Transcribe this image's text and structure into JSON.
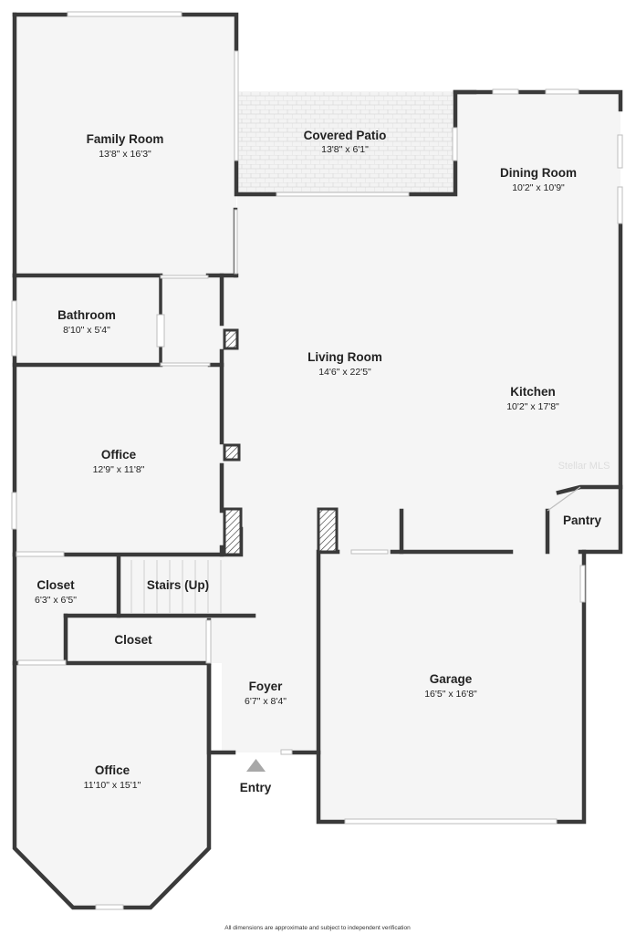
{
  "rooms": [
    {
      "name": "Family Room",
      "dims": "13'8\" x 16'3\""
    },
    {
      "name": "Covered Patio",
      "dims": "13'8\" x 6'1\""
    },
    {
      "name": "Dining Room",
      "dims": "10'2\" x 10'9\""
    },
    {
      "name": "Bathroom",
      "dims": "8'10\" x 5'4\""
    },
    {
      "name": "Living Room",
      "dims": "14'6\" x 22'5\""
    },
    {
      "name": "Kitchen",
      "dims": "10'2\" x 17'8\""
    },
    {
      "name": "Office",
      "dims": "12'9\" x 11'8\""
    },
    {
      "name": "Pantry",
      "dims": ""
    },
    {
      "name": "Closet",
      "dims": "6'3\" x 6'5\""
    },
    {
      "name": "Stairs (Up)",
      "dims": ""
    },
    {
      "name": "Closet",
      "dims": ""
    },
    {
      "name": "Foyer",
      "dims": "6'7\" x 8'4\""
    },
    {
      "name": "Garage",
      "dims": "16'5\" x 16'8\""
    },
    {
      "name": "Office",
      "dims": "11'10\" x 15'1\""
    }
  ],
  "entry_label": "Entry",
  "disclaimer": "All dimensions are approximate and subject to independent verification",
  "watermark": "Stellar MLS",
  "colors": {
    "wall": "#3a3a3a",
    "floor": "#f5f5f5",
    "text": "#222222"
  }
}
